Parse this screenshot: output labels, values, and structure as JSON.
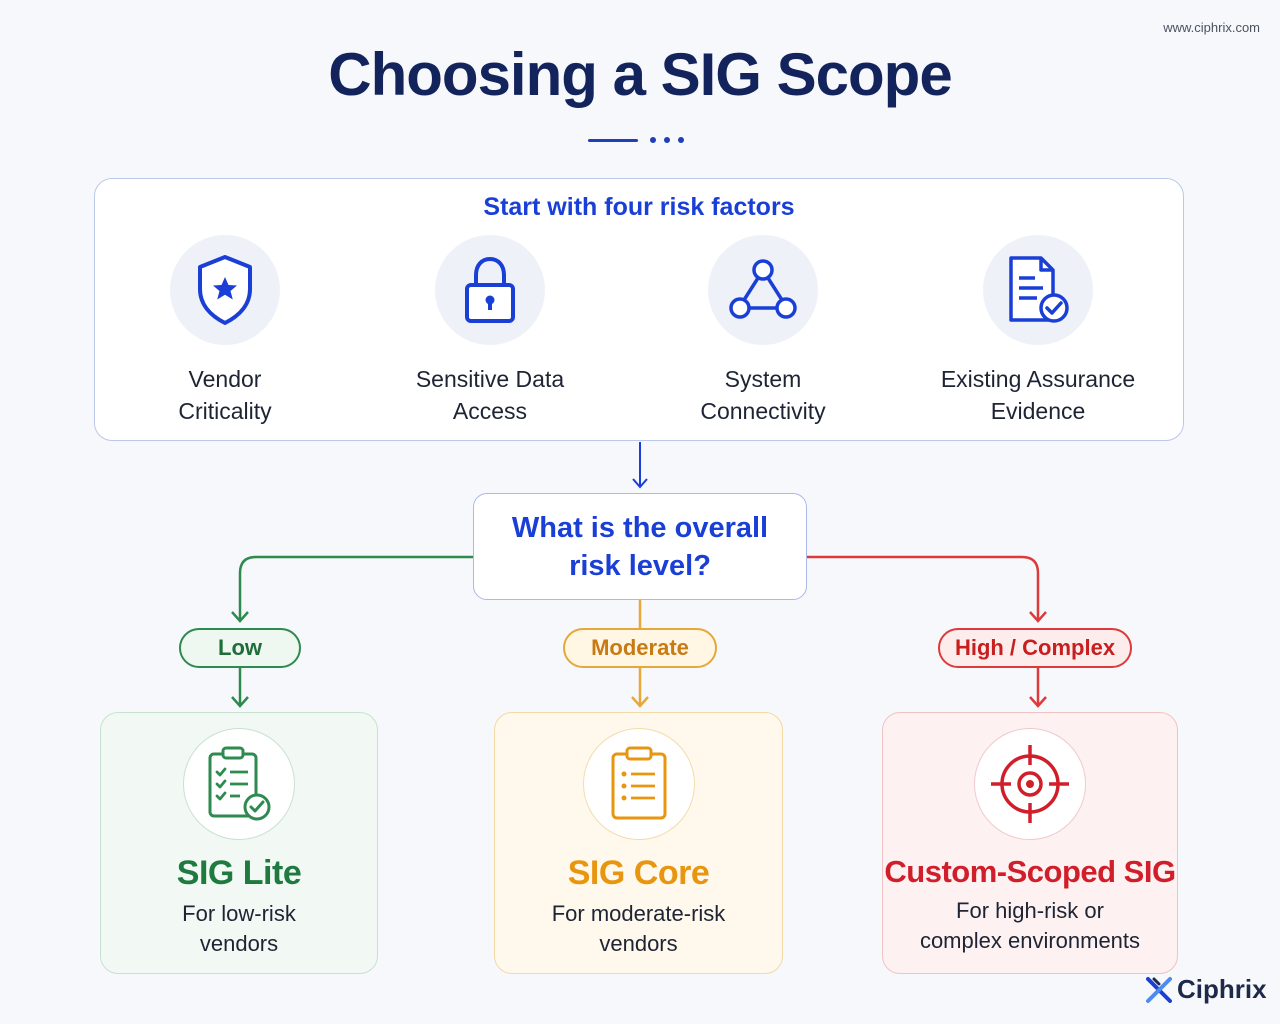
{
  "site_url": "www.ciphrix.com",
  "title": "Choosing a SIG Scope",
  "factors": {
    "heading": "Start with four risk factors",
    "items": [
      {
        "label": "Vendor\nCriticality",
        "icon": "shield-star-icon"
      },
      {
        "label": "Sensitive Data\nAccess",
        "icon": "padlock-icon"
      },
      {
        "label": "System\nConnectivity",
        "icon": "network-nodes-icon"
      },
      {
        "label": "Existing Assurance\nEvidence",
        "icon": "document-check-icon"
      }
    ]
  },
  "question": "What is the overall\nrisk level?",
  "levels": {
    "low": "Low",
    "moderate": "Moderate",
    "high": "High / Complex"
  },
  "outcomes": {
    "lite": {
      "name": "SIG Lite",
      "desc": "For low-risk\nvendors",
      "icon": "checklist-clipboard-icon"
    },
    "core": {
      "name": "SIG Core",
      "desc": "For moderate-risk\nvendors",
      "icon": "list-clipboard-icon"
    },
    "custom": {
      "name": "Custom-Scoped SIG",
      "desc": "For high-risk or\ncomplex environments",
      "icon": "target-crosshair-icon"
    }
  },
  "colors": {
    "title": "#13245c",
    "accent_blue": "#1a3fd6",
    "low_green": "#1f7a3f",
    "moderate_orange": "#e8950f",
    "high_red": "#d01f2a"
  },
  "brand": {
    "name": "Ciphrix",
    "icon": "ciphrix-logo-icon"
  }
}
